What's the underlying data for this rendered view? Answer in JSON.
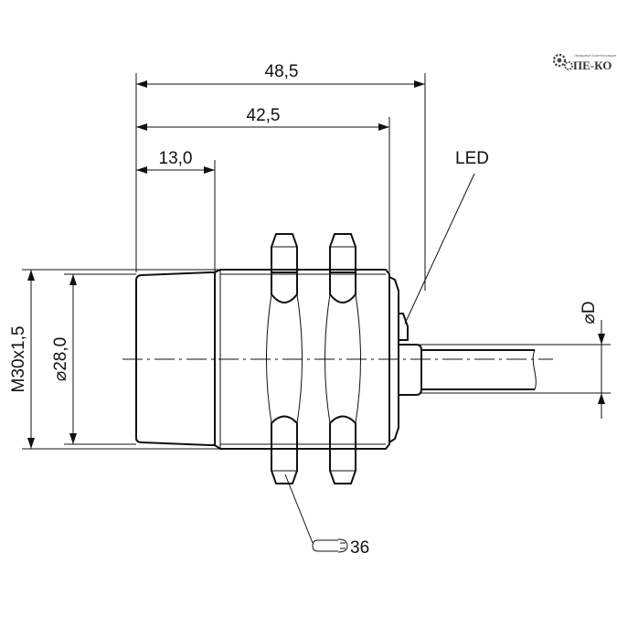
{
  "logo": {
    "text": "ПЕ-КО",
    "subtitle": "Передовые Комплектующие"
  },
  "dimensions": {
    "overall_length": "48,5",
    "thread_length": "42,5",
    "face_length": "13,0",
    "thread_spec": "M30x1,5",
    "face_diameter": "28,0",
    "cable_diameter": "D",
    "wrench_size": "36"
  },
  "labels": {
    "led": "LED"
  },
  "symbols": {
    "diameter": "⌀"
  },
  "colors": {
    "line": "#111111",
    "background": "#ffffff"
  }
}
